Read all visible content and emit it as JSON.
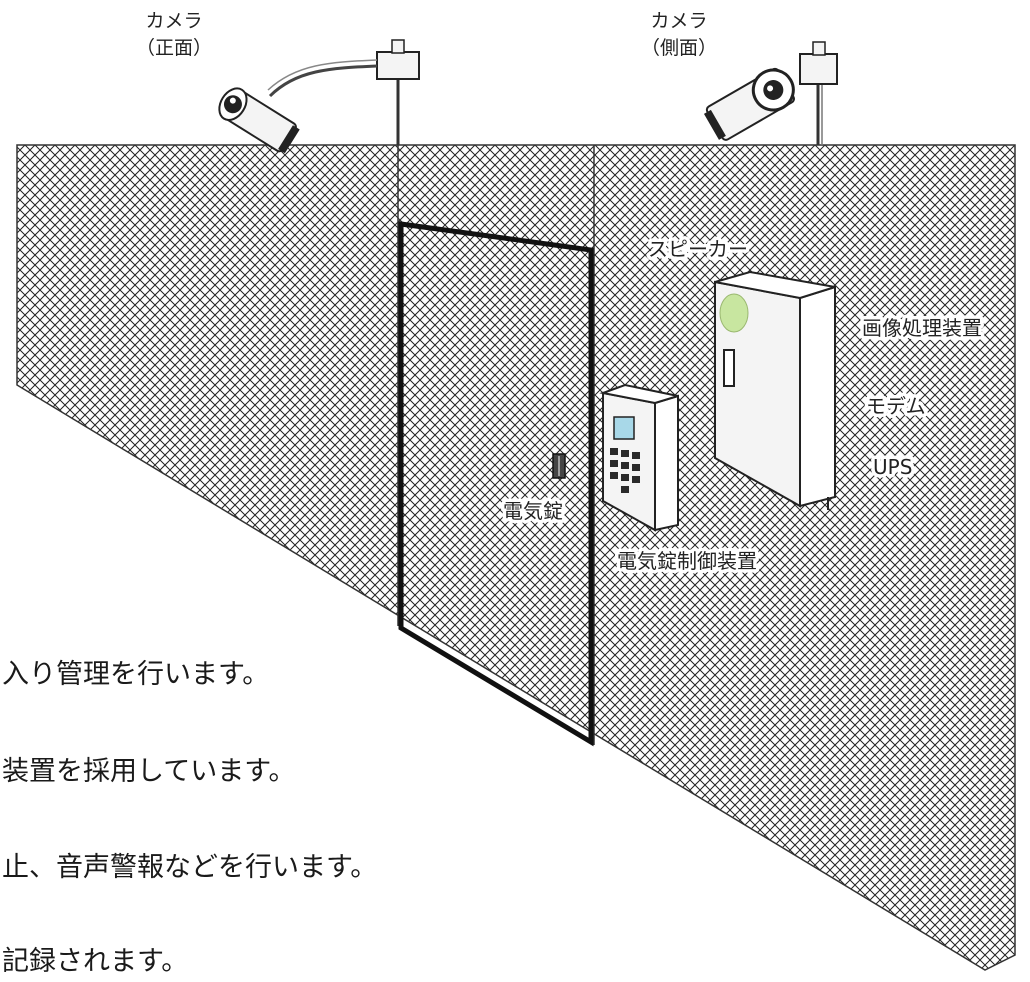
{
  "labels": {
    "camera_front": [
      "カメラ",
      "（正面）"
    ],
    "camera_side": [
      "カメラ",
      "（側面）"
    ],
    "speaker": "スピーカー",
    "image_processor": "画像処理装置",
    "modem": "モデム",
    "ups": "UPS",
    "electric_lock": "電気錠",
    "lock_controller": "電気錠制御装置"
  },
  "text_lines": [
    "入り管理を行います。",
    "装置を採用しています。",
    "止、音声警報などを行います。",
    "記録されます。"
  ],
  "colors": {
    "mesh": "#222222",
    "outline": "#111111",
    "device_fill": "#f4f4f4",
    "keypad": "#2a2a2a",
    "screen": "#a8d8e8",
    "speaker_grille": "#c8e6a0"
  }
}
